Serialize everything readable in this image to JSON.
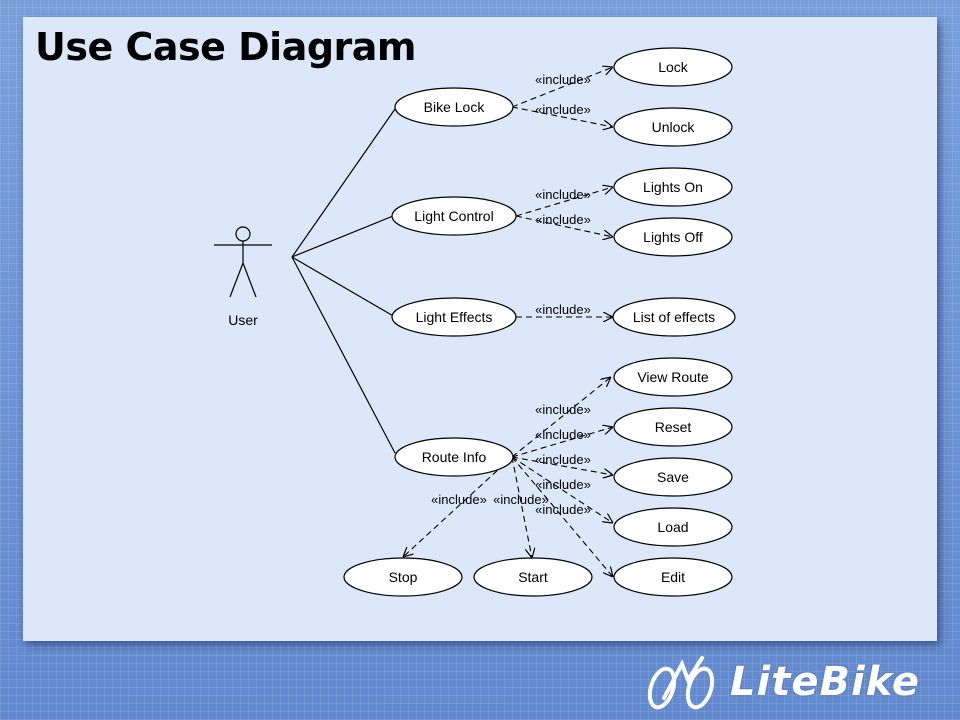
{
  "slide": {
    "title": "Use Case Diagram"
  },
  "actor": {
    "label": "User"
  },
  "stereotype": "«include»",
  "use_cases": {
    "bike_lock": "Bike Lock",
    "light_control": "Light Control",
    "light_effects": "Light Effects",
    "route_info": "Route Info",
    "lock": "Lock",
    "unlock": "Unlock",
    "lights_on": "Lights On",
    "lights_off": "Lights Off",
    "list_of_effects": "List of effects",
    "view_route": "View Route",
    "reset": "Reset",
    "save": "Save",
    "load": "Load",
    "edit": "Edit",
    "stop": "Stop",
    "start": "Start"
  },
  "logo": {
    "text": "LiteBike"
  }
}
